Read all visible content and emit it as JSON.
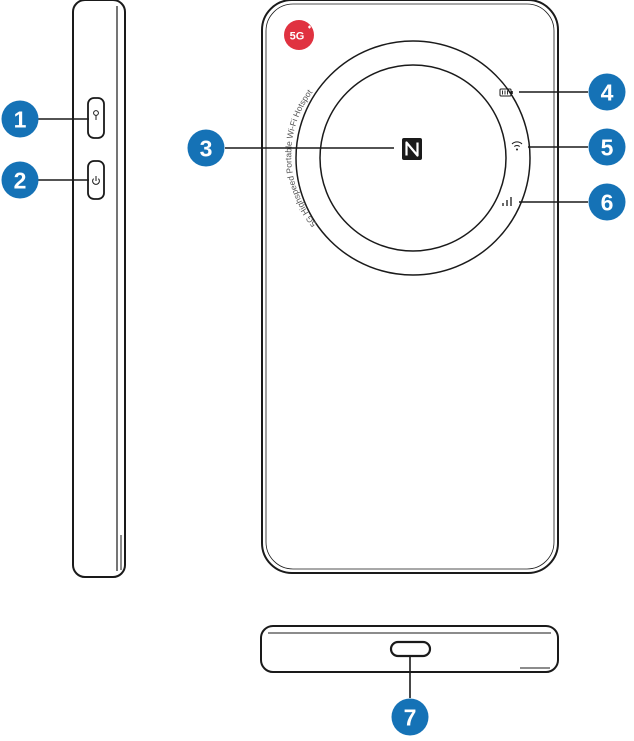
{
  "colors": {
    "callout_fill": "#1572b6",
    "badge_red": "#e03240",
    "device_stroke": "#1a1a1a"
  },
  "badge": {
    "text": "5G",
    "icon": "5g-logo-icon"
  },
  "ring_text": "5G Highspeed Portable Wi-Fi Hotspot",
  "callouts": [
    {
      "number": "1",
      "target": "power-key-upper"
    },
    {
      "number": "2",
      "target": "power-button"
    },
    {
      "number": "3",
      "target": "nfc-area"
    },
    {
      "number": "4",
      "target": "battery-indicator"
    },
    {
      "number": "5",
      "target": "wifi-indicator"
    },
    {
      "number": "6",
      "target": "signal-indicator"
    },
    {
      "number": "7",
      "target": "usb-c-port"
    }
  ],
  "icons": {
    "nfc": "nfc-icon",
    "battery": "battery-icon",
    "wifi": "wifi-icon",
    "signal": "signal-icon",
    "side_key_1": "side-key-icon",
    "side_key_2": "power-icon"
  }
}
